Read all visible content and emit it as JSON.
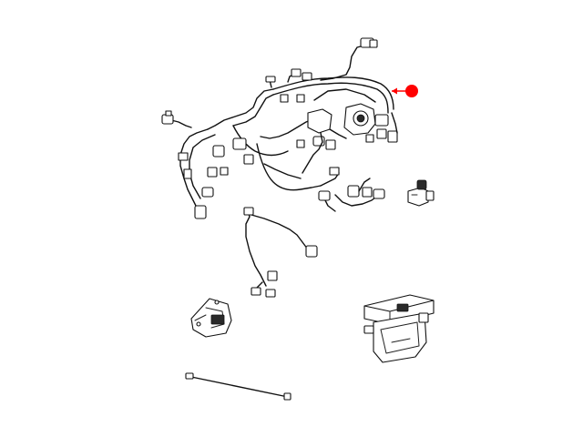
{
  "diagram": {
    "background": "#ffffff",
    "line_color": "#111111",
    "callout_color": "#ff0000",
    "parts": [
      {
        "icon": "instrument-panel-wiring-harness",
        "callout": true
      },
      {
        "icon": "connector-component"
      },
      {
        "icon": "branch-harness"
      },
      {
        "icon": "mounting-bracket"
      },
      {
        "icon": "control-module"
      },
      {
        "icon": "antenna-cable"
      }
    ]
  }
}
